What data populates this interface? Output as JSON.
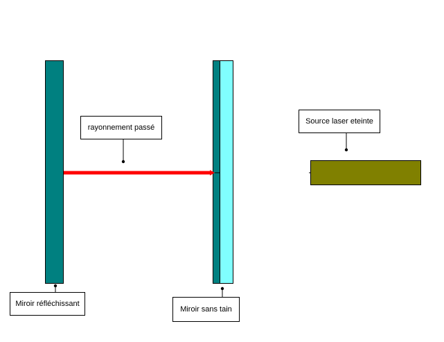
{
  "labels": {
    "beam": "rayonnement passé",
    "laser_source": "Source laser eteinte",
    "left_mirror": "Miroir réfléchissant",
    "right_mirror": "Miroir sans tain"
  },
  "colors": {
    "left_mirror": "#008080",
    "right_mirror_dark": "#008080",
    "right_mirror_light": "#80ffff",
    "laser_source": "#808000",
    "beam": "#ff0000",
    "callout_line": "#000000",
    "background": "#ffffff"
  },
  "state": {
    "laser_on": false
  }
}
